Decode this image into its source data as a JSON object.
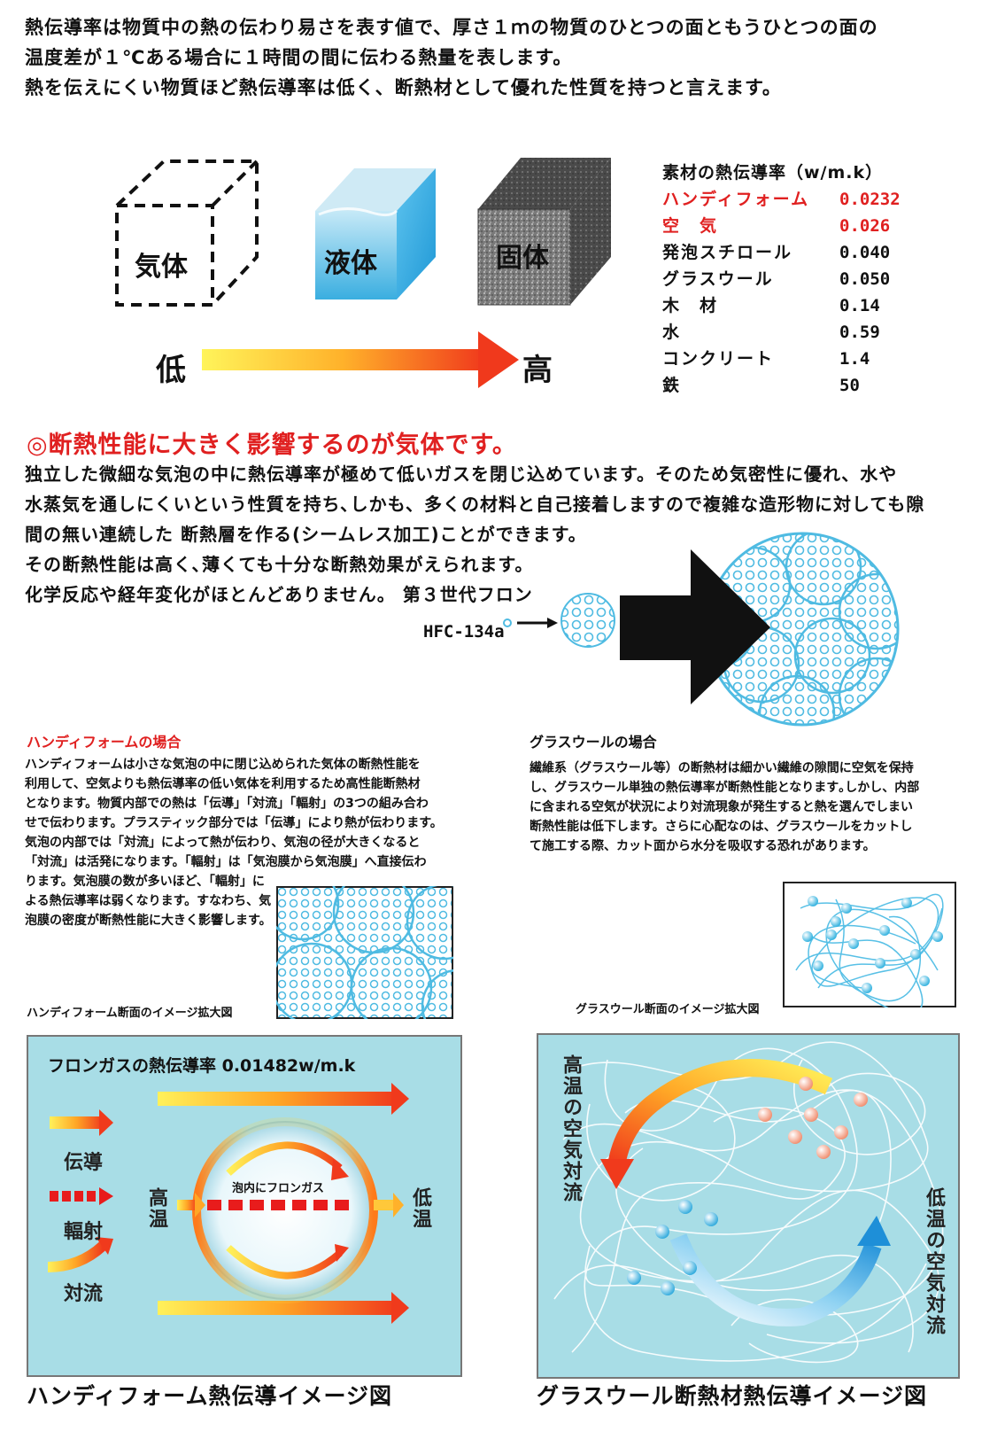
{
  "intro": {
    "line1": "熱伝導率は物質中の熱の伝わり易さを表す値で、厚さ１ｍの物質のひとつの面ともうひとつの面の",
    "line2": "温度差が１℃ある場合に１時間の間に伝わる熱量を表します。",
    "line3": "熱を伝えにくい物質ほど熱伝導率は低く、断熱材として優れた性質を持つと言えます。"
  },
  "states": {
    "gas": "気体",
    "liquid": "液体",
    "solid": "固体",
    "low": "低",
    "high": "高"
  },
  "conductivity": {
    "title": "素材の熱伝導率（w/m.k）",
    "rows": [
      {
        "name": "ハンディフォーム",
        "value": "0.0232",
        "highlight": true
      },
      {
        "name": "空　気",
        "value": "0.026",
        "highlight": true
      },
      {
        "name": "発泡スチロール",
        "value": "0.040",
        "highlight": false
      },
      {
        "name": "グラスウール",
        "value": "0.050",
        "highlight": false
      },
      {
        "name": "木　材",
        "value": "0.14",
        "highlight": false
      },
      {
        "name": "水",
        "value": "0.59",
        "highlight": false
      },
      {
        "name": "コンクリート",
        "value": "1.4",
        "highlight": false
      },
      {
        "name": "鉄",
        "value": "50",
        "highlight": false
      }
    ]
  },
  "gas_section": {
    "heading": "◎断熱性能に大きく影響するのが気体です。",
    "line1": "独立した微細な気泡の中に熱伝導率が極めて低いガスを閉じ込めています。そのため気密性に優れ、水や",
    "line2": "水蒸気を通しにくいという性質を持ち､しかも、多くの材料と自己接着しますので複雑な造形物に対しても隙",
    "line3": "間の無い連続した 断熱層を作る(シームレス加工)ことができます。",
    "line4": "その断熱性能は高く､薄くても十分な断熱効果がえられます。",
    "line5": "化学反応や経年変化がほとんどありません。 第３世代フロン",
    "hfc": "HFC-134a"
  },
  "handy_case": {
    "title": "ハンディフォームの場合",
    "lines": [
      "ハンディフォームは小さな気泡の中に閉じ込められた気体の断熱性能を",
      "利用して、空気よりも熱伝導率の低い気体を利用するため高性能断熱材",
      "となります。物質内部での熱は「伝導」「対流」「輻射」の3つの組み合わ",
      "せで伝わります。プラスティック部分では「伝導」により熱が伝わります。",
      "気泡の内部では「対流」によって熱が伝わり、気泡の径が大きくなると",
      "「対流」は活発になります。「輻射」は「気泡膜から気泡膜」へ直接伝わ",
      "ります。気泡膜の数が多いほど、「輻射」に",
      "よる熱伝導率は弱くなります。すなわち、気",
      "泡膜の密度が断熱性能に大きく影響します。"
    ],
    "caption": "ハンディフォーム断面のイメージ拡大図"
  },
  "glass_case": {
    "title": "グラスウールの場合",
    "lines": [
      "繊維系（グラスウール等）の断熱材は細かい繊維の隙間に空気を保持",
      "し、グラスウール単独の熱伝導率が断熱性能となります｡しかし、内部",
      "に含まれる空気が状況により対流現象が発生すると熱を選んでしまい",
      "断熱性能は低下します。さらに心配なのは、グラスウールをカットし",
      "て施工する際、カット面から水分を吸収する恐れがあります。"
    ],
    "caption": "グラスウール断面のイメージ拡大図"
  },
  "handy_diagram": {
    "title": "フロンガスの熱伝導率 0.01482w/m.k",
    "conduction": "伝導",
    "radiation": "輻射",
    "convection": "対流",
    "high_temp": "高温",
    "low_temp": "低温",
    "bubble_label": "泡内にフロンガス",
    "caption": "ハンディフォーム熱伝導イメージ図",
    "bg_color": "#a8dde6"
  },
  "glass_diagram": {
    "hot_label": "高温の空気対流",
    "cold_label": "低温の空気対流",
    "caption": "グラスウール断熱材熱伝導イメージ図",
    "bg_color": "#a8dde6"
  }
}
